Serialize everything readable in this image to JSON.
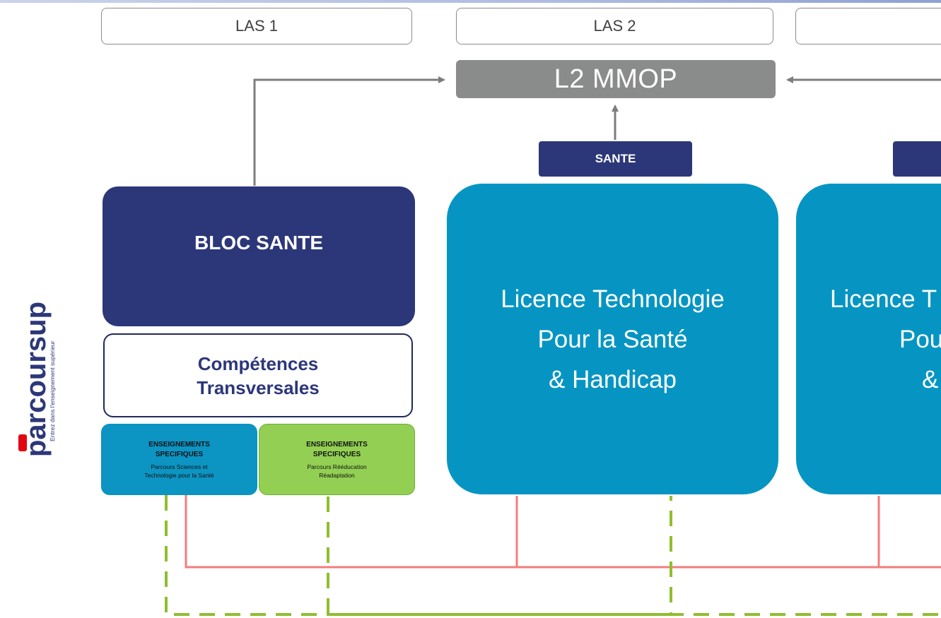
{
  "columns": {
    "las1": "LAS 1",
    "las2": "LAS 2",
    "las3": ""
  },
  "target": "L2 MMOP",
  "tags": {
    "sante_main": "SANTE",
    "sante_cut": ""
  },
  "bloc_sante": "BLOC SANTE",
  "competences": {
    "line1": "Compétences",
    "line2": "Transversales"
  },
  "enseignements": [
    {
      "title_line1": "ENSEIGNEMENTS",
      "title_line2": "SPECIFIQUES",
      "sub_line1": "Parcours Sciences et",
      "sub_line2": "Technologie pour la Santé"
    },
    {
      "title_line1": "ENSEIGNEMENTS",
      "title_line2": "SPECIFIQUES",
      "sub_line1": "Parcours Rééducation",
      "sub_line2": "Réadaptation"
    }
  ],
  "licence_main": {
    "line1": "Licence Technologie",
    "line2": "Pour la Santé",
    "line3": "& Handicap"
  },
  "licence_cut": {
    "line1": "Licence T",
    "line2": "Pour",
    "line3": "& H"
  },
  "logo": {
    "brand": "parcoursup",
    "tagline": "Entrez dans l'enseignement supérieur"
  },
  "colors": {
    "navy": "#2c3779",
    "cyan": "#0695c2",
    "green": "#92cf53",
    "gray": "#8a8c8b",
    "red_line": "#f47c7c",
    "dash_green": "#8fbe2e",
    "logo_red": "#e30613"
  }
}
